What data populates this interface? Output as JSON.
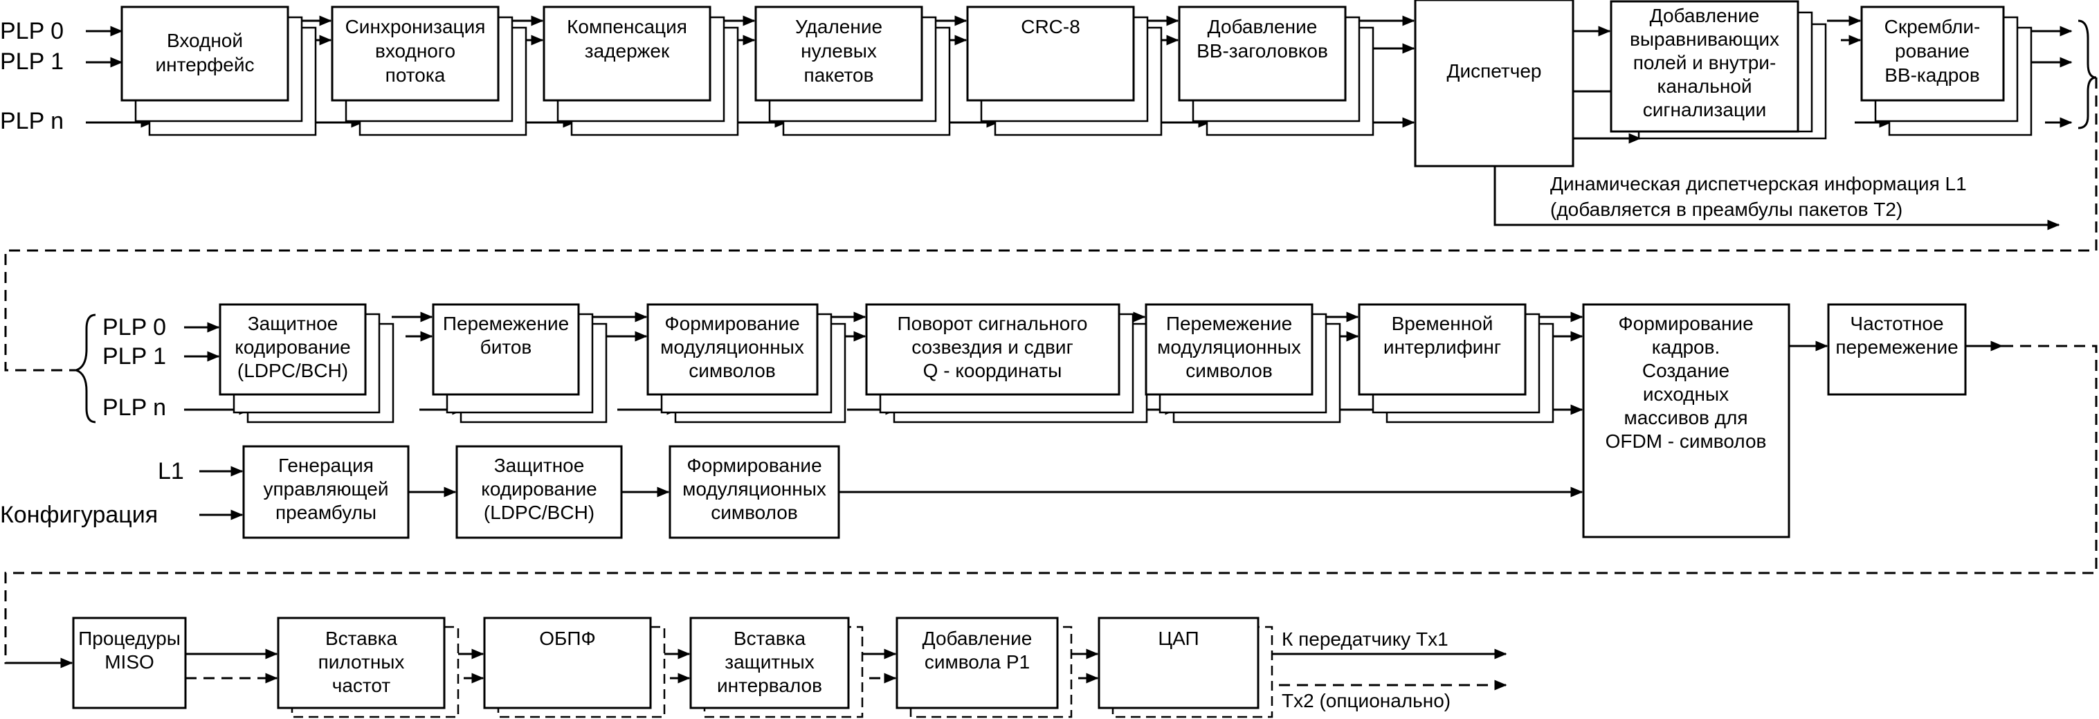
{
  "inputs": {
    "plp0": "PLP 0",
    "plp1": "PLP 1",
    "plpn": "PLP n",
    "l1": "L1",
    "config": "Конфигурация"
  },
  "row1": [
    [
      "Входной",
      "интерфейс"
    ],
    [
      "Синхронизация",
      "входного",
      "потока"
    ],
    [
      "Компенсация",
      "задержек"
    ],
    [
      "Удаление",
      "нулевых",
      "пакетов"
    ],
    [
      "CRC-8"
    ],
    [
      "Добавление",
      "BB-заголовков"
    ],
    [
      "Диспетчер"
    ],
    [
      "Добавление",
      "выравнивающих",
      "полей и внутри-",
      "канальной",
      "сигнализации"
    ],
    [
      "Скрембли-",
      "рование",
      "BB-кадров"
    ]
  ],
  "l1_info": [
    "Динамическая диспетчерская информация L1",
    "(добавляется в преамбулы пакетов T2)"
  ],
  "row2": [
    [
      "Защитное",
      "кодирование",
      "(LDPC/BCH)"
    ],
    [
      "Перемежение",
      "битов"
    ],
    [
      "Формирование",
      "модуляционных",
      "символов"
    ],
    [
      "Поворот сигнального",
      "созвездия и сдвиг",
      "Q - координаты"
    ],
    [
      "Перемежение",
      "модуляционных",
      "символов"
    ],
    [
      "Временной",
      "интерлифинг"
    ]
  ],
  "frame_block": [
    "Формирование",
    "кадров.",
    "Создание",
    "исходных",
    "массивов для",
    "OFDM - символов"
  ],
  "freq_block": [
    "Частотное",
    "перемежение"
  ],
  "row3": [
    [
      "Генерация",
      "управляющей",
      "преамбулы"
    ],
    [
      "Защитное",
      "кодирование",
      "(LDPC/BCH)"
    ],
    [
      "Формирование",
      "модуляционных",
      "символов"
    ]
  ],
  "row4": [
    [
      "Процедуры",
      "MISO"
    ],
    [
      "Вставка",
      "пилотных",
      "частот"
    ],
    [
      "ОБПФ"
    ],
    [
      "Вставка",
      "защитных",
      "интервалов"
    ],
    [
      "Добавление",
      "символа P1"
    ],
    [
      "ЦАП"
    ]
  ],
  "outputs": {
    "tx1": "К передатчику Tx1",
    "tx2": "Tx2 (опционально)"
  }
}
